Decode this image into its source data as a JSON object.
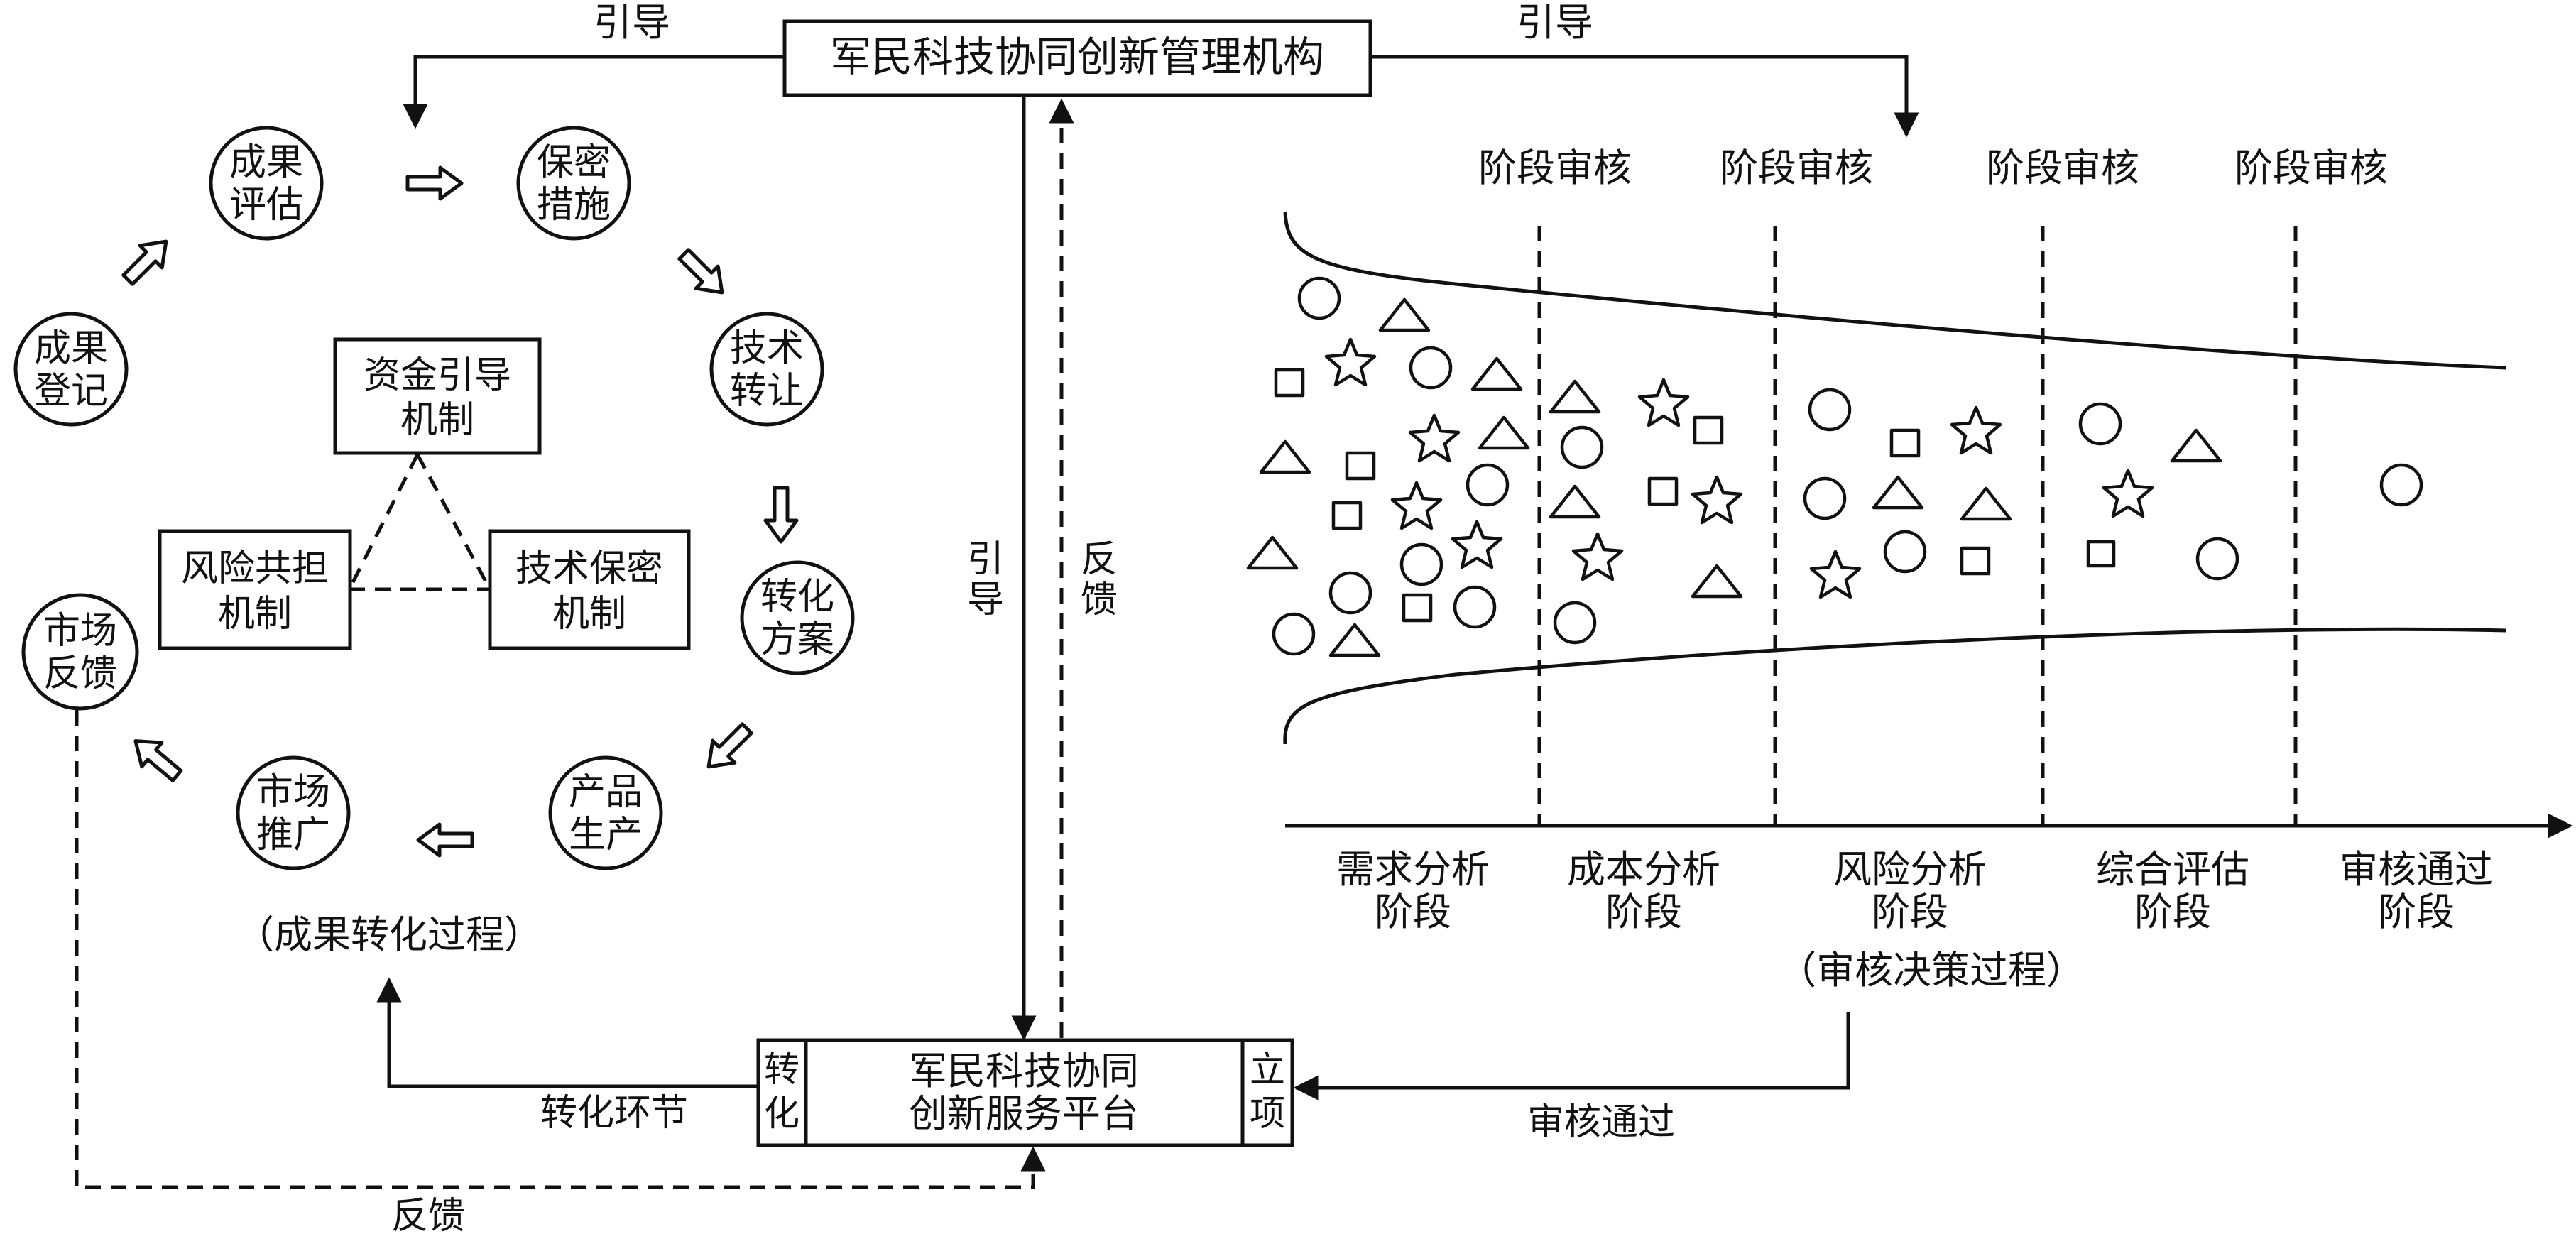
{
  "management": {
    "title": "军民科技协同创新管理机构"
  },
  "platform": {
    "left_label": [
      "转",
      "化"
    ],
    "title_lines": [
      "军民科技协同",
      "创新服务平台"
    ],
    "right_label": [
      "立",
      "项"
    ]
  },
  "links": {
    "guide_left": "引导",
    "guide_right": "引导",
    "guide_down": [
      "引",
      "导"
    ],
    "feedback_up": [
      "反",
      "馈"
    ],
    "transform_link": "转化环节",
    "approve_link": "审核通过",
    "feedback_bottom": "反馈"
  },
  "transformation": {
    "caption": "（成果转化过程）",
    "nodes": [
      {
        "id": "achievement-registration",
        "lines": [
          "成果",
          "登记"
        ]
      },
      {
        "id": "achievement-evaluation",
        "lines": [
          "成果",
          "评估"
        ]
      },
      {
        "id": "confidentiality-measures",
        "lines": [
          "保密",
          "措施"
        ]
      },
      {
        "id": "technology-transfer",
        "lines": [
          "技术",
          "转让"
        ]
      },
      {
        "id": "transformation-plan",
        "lines": [
          "转化",
          "方案"
        ]
      },
      {
        "id": "product-production",
        "lines": [
          "产品",
          "生产"
        ]
      },
      {
        "id": "market-promotion",
        "lines": [
          "市场",
          "推广"
        ]
      },
      {
        "id": "market-feedback",
        "lines": [
          "市场",
          "反馈"
        ]
      }
    ],
    "mechanisms": [
      {
        "id": "funding-guidance",
        "lines": [
          "资金引导",
          "机制"
        ]
      },
      {
        "id": "risk-sharing",
        "lines": [
          "风险共担",
          "机制"
        ]
      },
      {
        "id": "technology-confidentiality",
        "lines": [
          "技术保密",
          "机制"
        ]
      }
    ]
  },
  "review": {
    "caption": "（审核决策过程）",
    "checkpoint_label": "阶段审核",
    "checkpoint_count": 4,
    "stages": [
      {
        "id": "demand-analysis",
        "lines": [
          "需求分析",
          "阶段"
        ]
      },
      {
        "id": "cost-analysis",
        "lines": [
          "成本分析",
          "阶段"
        ]
      },
      {
        "id": "risk-analysis",
        "lines": [
          "风险分析",
          "阶段"
        ]
      },
      {
        "id": "comprehensive-evaluation",
        "lines": [
          "综合评估",
          "阶段"
        ]
      },
      {
        "id": "review-passed",
        "lines": [
          "审核通过",
          "阶段"
        ]
      }
    ],
    "candidate_counts": [
      {
        "stage": "demand-analysis",
        "circle": 7,
        "triangle": 6,
        "square": 4,
        "star": 4
      },
      {
        "stage": "cost-analysis",
        "circle": 2,
        "triangle": 3,
        "square": 2,
        "star": 3
      },
      {
        "stage": "risk-analysis",
        "circle": 3,
        "triangle": 2,
        "square": 2,
        "star": 2
      },
      {
        "stage": "comprehensive-evaluation",
        "circle": 2,
        "triangle": 1,
        "square": 1,
        "star": 1
      },
      {
        "stage": "review-passed",
        "circle": 1,
        "triangle": 0,
        "square": 0,
        "star": 0
      }
    ]
  }
}
